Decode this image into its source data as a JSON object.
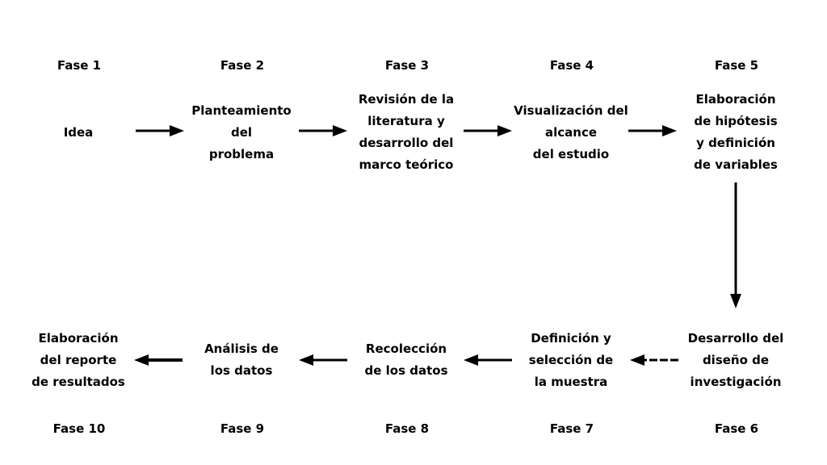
{
  "diagram": {
    "top_row": [
      {
        "phase": "Fase 1",
        "label": "Idea"
      },
      {
        "phase": "Fase 2",
        "label": "Planteamiento\ndel\nproblema"
      },
      {
        "phase": "Fase 3",
        "label": "Revisión de la\nliteratura y\ndesarrollo del\nmarco teórico"
      },
      {
        "phase": "Fase 4",
        "label": "Visualización del\nalcance\ndel estudio"
      },
      {
        "phase": "Fase 5",
        "label": "Elaboración\nde hipótesis\ny definición\nde variables"
      }
    ],
    "bottom_row": [
      {
        "phase": "Fase 10",
        "label": "Elaboración\ndel reporte\nde resultados"
      },
      {
        "phase": "Fase 9",
        "label": "Análisis de\nlos datos"
      },
      {
        "phase": "Fase 8",
        "label": "Recolección\nde los datos"
      },
      {
        "phase": "Fase 7",
        "label": "Definición y\nselección de\nla muestra"
      },
      {
        "phase": "Fase 6",
        "label": "Desarrollo del\ndiseño de\ninvestigación"
      }
    ]
  }
}
